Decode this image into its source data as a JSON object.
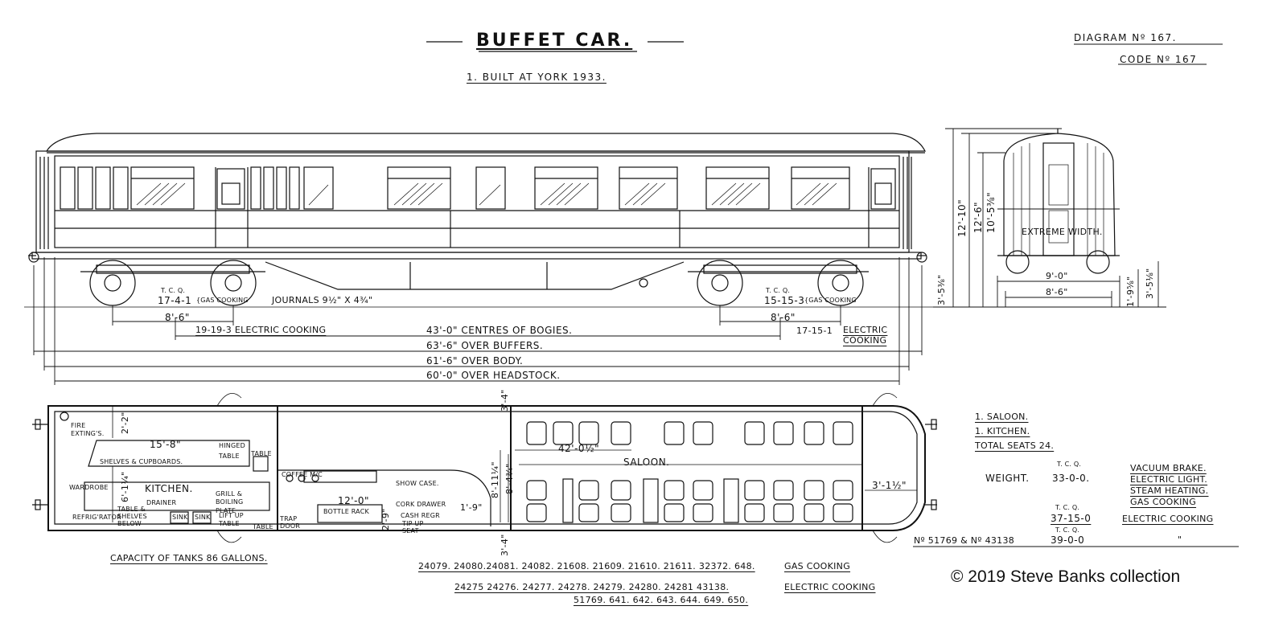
{
  "header": {
    "title": "BUFFET CAR.",
    "subtitle": "1. BUILT AT YORK 1933.",
    "diagram_no": "DIAGRAM Nº 167.",
    "code_no": "CODE Nº 167"
  },
  "elevation": {
    "left_bogie_weight": "T. C. Q.",
    "left_bogie_value": "17-4-1",
    "left_bogie_note": "{GAS COOKING",
    "journals": "JOURNALS 9½\" x 4¾\"",
    "left_wheelbase": "8'-6\"",
    "left_electric": "19-19-3 ELECTRIC COOKING",
    "right_bogie_weight": "T. C. Q.",
    "right_bogie_value": "15-15-3",
    "right_bogie_note": "{GAS COOKING",
    "right_wheelbase": "8'-6\"",
    "right_electric_value": "17-15-1",
    "right_electric_1": "ELECTRIC",
    "right_electric_2": "COOKING",
    "centres": "43'-0\" CENTRES OF BOGIES.",
    "buffers": "63'-6\" OVER BUFFERS.",
    "body": "61'-6\" OVER BODY.",
    "headstock": "60'-0\" OVER HEADSTOCK."
  },
  "end_view": {
    "height_1": "12'-10\"",
    "height_2": "12'-6\"",
    "height_3": "10'-5⅜\"",
    "floor_h": "3'-5⅜\"",
    "width_1": "9'-0\"",
    "width_2": "8'-6\"",
    "extreme": "EXTREME WIDTH.",
    "step_h": "1'-9⅝\"",
    "right_h": "3'-5⅛\""
  },
  "plan": {
    "fire": "FIRE EXTING'S.",
    "dim_22": "2'-2\"",
    "dim_158": "15'-8\"",
    "hinged_table": "HINGED TABLE",
    "table": "TABLE",
    "shelves": "SHELVES & CUPBOARDS.",
    "kitchen": "KITCHEN.",
    "wardrobe": "WARDROBE",
    "refrig": "REFRIG'RATOR",
    "drainer": "DRAINER",
    "table_shelves": "TABLE & SHELVES BELOW",
    "sink": "SINK",
    "lift_up": "LIFT UP TABLE",
    "grill": "GRILL & BOILING PLATE",
    "dim_61": "6'-1¼\"",
    "coffee": "COFFEE M/C",
    "show_case": "SHOW CASE.",
    "dim_120": "12'-0\"",
    "dim_29": "2'-9\"",
    "cork_drawer": "CORK DRAWER",
    "dim_19": "1'-9\"",
    "cash_regr": "CASH REGR",
    "tip_up": "TIP UP SEAT",
    "trap_door": "TRAP DOOR",
    "bottle_rack": "BOTTLE RACK",
    "dim_34_top": "3'-4\"",
    "dim_34_bot": "3'-4\"",
    "dim_811": "8'-11¼\"",
    "dim_84": "8'-4¾\"",
    "dim_42": "42'-0½\"",
    "saloon": "SALOON.",
    "dim_311": "3'-1½\"",
    "tanks": "CAPACITY OF TANKS 86 GALLONS."
  },
  "summary": {
    "line1": "1. SALOON.",
    "line2": "1. KITCHEN.",
    "line3": "TOTAL SEATS 24.",
    "tcq": "T. C. Q.",
    "weight_label": "WEIGHT.",
    "weight_value": "33-0-0.",
    "features": [
      "VACUUM BRAKE.",
      "ELECTRIC LIGHT.",
      "STEAM HEATING.",
      "GAS COOKING"
    ],
    "tcq2": "T. C. Q.",
    "weight2": "37-15-0",
    "weight2_note": "ELECTRIC COOKING",
    "tcq3": "T. C. Q.",
    "numbers": "Nº 51769 & Nº 43138",
    "weight3": "39-0-0",
    "ditto": "\""
  },
  "numbers": {
    "gas_list": "24079. 24080.24081. 24082. 21608. 21609. 21610. 21611. 32372. 648.",
    "gas_label": "GAS COOKING",
    "elec_list1": "24275 24276. 24277. 24278. 24279. 24280. 24281 43138.",
    "elec_label": "ELECTRIC COOKING",
    "elec_list2": "51769. 641. 642. 643. 644. 649. 650."
  },
  "credit": "© 2019 Steve Banks collection"
}
